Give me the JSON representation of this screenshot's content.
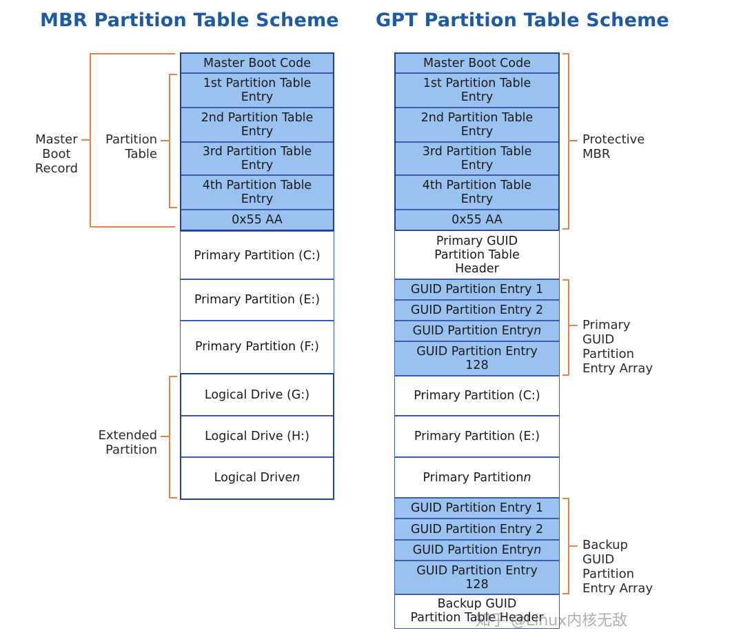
{
  "titles": {
    "mbr": "MBR Partition Table Scheme",
    "gpt": "GPT Partition Table Scheme"
  },
  "mbr": {
    "blocks": [
      "Master Boot Code",
      "1st Partition Table\nEntry",
      "2nd Partition Table\nEntry",
      "3rd Partition Table\nEntry",
      "4th Partition Table\nEntry",
      "0x55 AA",
      "Primary Partition (C:)",
      "Primary Partition (E:)",
      "Primary Partition (F:)",
      "Logical Drive (G:)",
      "Logical Drive (H:)",
      "Logical Drive n"
    ],
    "labels": {
      "master_boot_record": "Master\nBoot\nRecord",
      "partition_table": "Partition\nTable",
      "extended_partition": "Extended\nPartition"
    }
  },
  "gpt": {
    "blocks": [
      "Master Boot Code",
      "1st Partition Table\nEntry",
      "2nd Partition Table\nEntry",
      "3rd Partition Table\nEntry",
      "4th Partition Table\nEntry",
      "0x55 AA",
      "Primary GUID\nPartition Table\nHeader",
      "GUID Partition Entry 1",
      "GUID Partition Entry 2",
      "GUID Partition Entry n",
      "GUID Partition Entry\n128",
      "Primary Partition (C:)",
      "Primary Partition (E:)",
      "Primary Partition n",
      "GUID Partition Entry 1",
      "GUID Partition Entry 2",
      "GUID Partition Entry n",
      "GUID Partition Entry\n128",
      "Backup GUID\nPartition Table Header"
    ],
    "labels": {
      "protective_mbr": "Protective\nMBR",
      "primary_guid_array": "Primary\nGUID\nPartition\nEntry Array",
      "backup_guid_array": "Backup\nGUID\nPartition\nEntry Array"
    }
  },
  "watermark": "知乎 @Linux内核无敌",
  "colors": {
    "title": "#1e5aa0",
    "blue_fill": "#99c2f0",
    "outline": "#1f3f8f",
    "bracket": "#e2834d"
  }
}
